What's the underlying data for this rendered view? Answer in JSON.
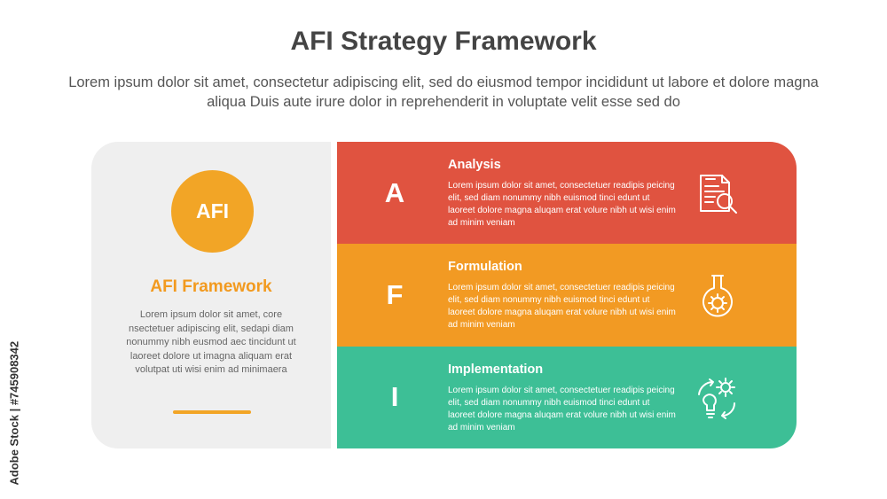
{
  "title": "AFI Strategy Framework",
  "subtitle": "Lorem ipsum dolor sit amet, consectetur adipiscing elit, sed do eiusmod tempor incididunt ut labore et dolore magna aliqua Duis aute irure dolor in reprehenderit in voluptate velit esse sed do",
  "left_panel": {
    "circle_label": "AFI",
    "heading": "AFI Framework",
    "body": "Lorem ipsum dolor sit amet, core nsectetuer adipiscing elit, sedapi diam nonummy nibh eusmod aec tincidunt ut laoreet dolore ut imagna aliquam erat volutpat  uti wisi enim ad minimaera",
    "panel_color": "#efefef",
    "accent_color": "#f2a526"
  },
  "stages": [
    {
      "letter": "A",
      "title": "Analysis",
      "text": "Lorem ipsum dolor sit amet, consectetuer readipis peicing elit, sed diam nonummy nibh euismod tinci edunt ut laoreet dolore magna aluqam erat volure nibh ut wisi enim ad minim veniam",
      "color": "#e05340",
      "icon": "document-search-icon"
    },
    {
      "letter": "F",
      "title": "Formulation",
      "text": "Lorem ipsum dolor sit amet, consectetuer readipis peicing elit, sed diam nonummy nibh euismod tinci edunt ut laoreet dolore magna aluqam erat volure nibh ut wisi enim ad minim veniam",
      "color": "#f29a23",
      "icon": "flask-gear-icon"
    },
    {
      "letter": "I",
      "title": "Implementation",
      "text": "Lorem ipsum dolor sit amet, consectetuer readipis peicing elit, sed diam nonummy nibh euismod tinci edunt ut laoreet dolore magna aluqam erat volure nibh ut wisi enim ad minim veniam",
      "color": "#3dbf96",
      "icon": "bulb-gear-cycle-icon"
    }
  ],
  "watermark": "Adobe Stock | #745908342"
}
